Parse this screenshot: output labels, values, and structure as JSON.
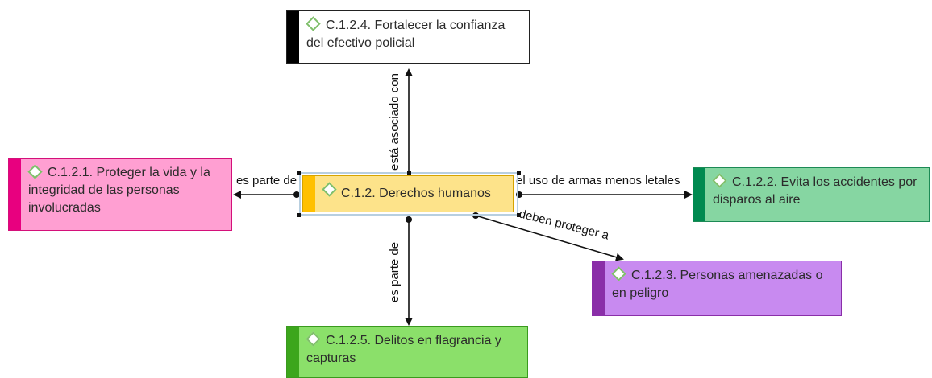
{
  "nodes": {
    "center": {
      "label": "C.1.2. Derechos humanos",
      "fill": "#fde38a",
      "bar": "#ffc000",
      "border": "#d6a400"
    },
    "top": {
      "label_lines": [
        "C.1.2.4. Fortalecer la confianza",
        "del efectivo policial"
      ],
      "fill": "#ffffff",
      "bar": "#000000",
      "border": "#222222"
    },
    "left": {
      "label_lines": [
        "C.1.2.1. Proteger la vida y la",
        "integridad de las personas",
        "involucradas"
      ],
      "fill": "#ff9fd2",
      "bar": "#e8007f",
      "border": "#d4107a"
    },
    "right": {
      "label_lines": [
        "C.1.2.2. Evita los accidentes por",
        "disparos al aire"
      ],
      "fill": "#86d6a2",
      "bar": "#008a50",
      "border": "#1c8a55"
    },
    "bottom_right": {
      "label_lines": [
        "C.1.2.3. Personas amenazadas o",
        "en peligro"
      ],
      "fill": "#c88af0",
      "bar": "#8a2ea8",
      "border": "#8a2ea8"
    },
    "bottom": {
      "label_lines": [
        "C.1.2.5. Delitos en flagrancia y",
        "capturas"
      ],
      "fill": "#8be06a",
      "bar": "#3ca61c",
      "border": "#3a9a1e"
    }
  },
  "edges": {
    "top": "está asociado con",
    "left": "es parte de",
    "right": "el uso de armas menos letales",
    "bottom_right": "deben proteger a",
    "bottom": "es parte de"
  },
  "colors": {
    "line": "#111111",
    "selection": "#b8cfe0"
  }
}
